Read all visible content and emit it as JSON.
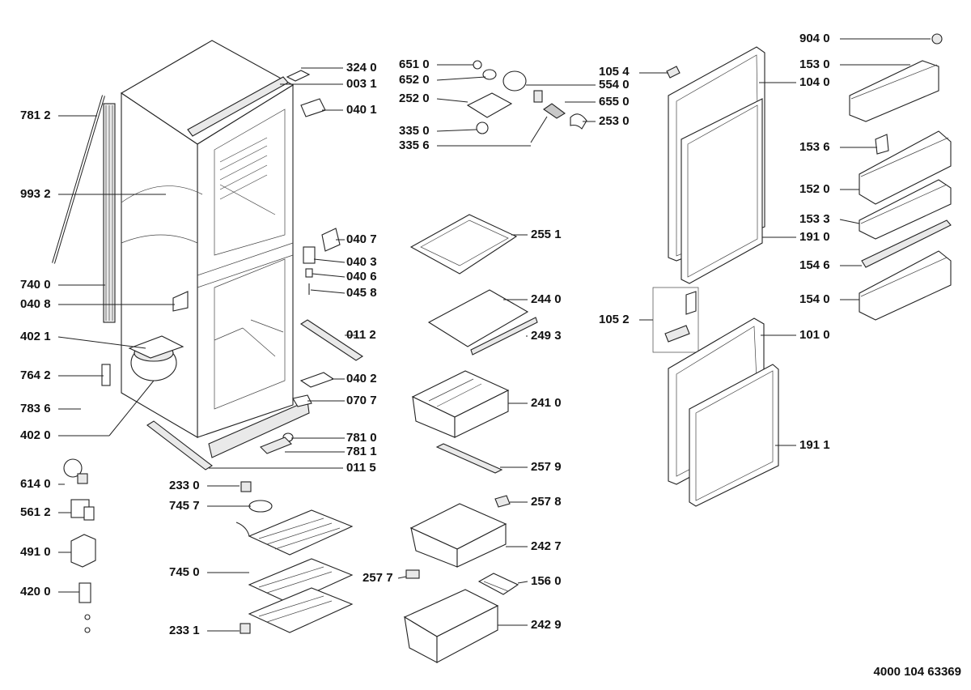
{
  "labels": {
    "l_7812": "781 2",
    "l_9932": "993 2",
    "l_7400": "740 0",
    "l_0408": "040 8",
    "l_4021": "402 1",
    "l_7642": "764 2",
    "l_7836": "783 6",
    "l_4020": "402 0",
    "l_6140": "614 0",
    "l_5612": "561 2",
    "l_4910": "491 0",
    "l_4200": "420 0",
    "l_3240": "324 0",
    "l_0031": "003 1",
    "l_0401": "040 1",
    "l_0407": "040 7",
    "l_0403": "040 3",
    "l_0406": "040 6",
    "l_0458": "045 8",
    "l_0112": "011 2",
    "l_0402": "040 2",
    "l_0707": "070 7",
    "l_7810": "781 0",
    "l_7811": "781 1",
    "l_0115": "011 5",
    "l_2330": "233 0",
    "l_7457": "745 7",
    "l_7450": "745 0",
    "l_2331": "233 1",
    "l_6510": "651 0",
    "l_6520": "652 0",
    "l_2520": "252 0",
    "l_3350": "335 0",
    "l_3356": "335 6",
    "l_5540": "554 0",
    "l_6550": "655 0",
    "l_2530": "253 0",
    "l_2551": "255 1",
    "l_2440": "244 0",
    "l_2493": "249 3",
    "l_2410": "241 0",
    "l_2579": "257 9",
    "l_2578": "257 8",
    "l_2427": "242 7",
    "l_2577": "257 7",
    "l_1560": "156 0",
    "l_2429": "242 9",
    "l_1054": "105 4",
    "l_1040": "104 0",
    "l_1910": "191 0",
    "l_1052": "105 2",
    "l_1010": "101 0",
    "l_1911": "191 1",
    "l_9040": "904 0",
    "l_1530": "153 0",
    "l_1536": "153 6",
    "l_1520": "152 0",
    "l_1533": "153 3",
    "l_1546": "154 6",
    "l_1540": "154 0"
  },
  "document_number": "4000 104 63369"
}
